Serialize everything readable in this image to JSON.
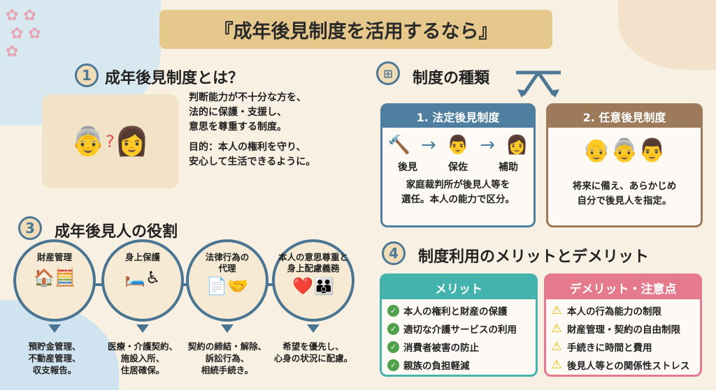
{
  "title": "『成年後見制度を活用するなら』",
  "colors": {
    "banner": "#e6c88c",
    "accent": "#4c7896",
    "legal": "#4e7fa0",
    "voluntary": "#9c7a5a",
    "merit": "#45b3ad",
    "demerit": "#e57a8c"
  },
  "section1": {
    "num": "1",
    "title": "成年後見制度とは？",
    "lines": [
      "判断能力が不十分な方を、",
      "法的に保護・支援し、",
      "意思を尊重する制度。"
    ],
    "purpose": [
      "目的：本人の権利を守り、",
      "安心して生活できるように。"
    ]
  },
  "section2": {
    "title": "制度の種類",
    "legal": {
      "title": "1. 法定後見制度",
      "levels": [
        "後見",
        "保佐",
        "補助"
      ],
      "desc": [
        "家庭裁判所が後見人等を",
        "選任。本人の能力で区分。"
      ]
    },
    "voluntary": {
      "title": "2. 任意後見制度",
      "desc": [
        "将来に備え、あらかじめ",
        "自分で後見人を指定。"
      ]
    }
  },
  "section3": {
    "num": "3",
    "title": "成年後見人の役割",
    "roles": [
      {
        "title": "財産管理",
        "desc": [
          "預貯金管理、",
          "不動産管理、",
          "収支報告。"
        ],
        "icon": "house-calculator-icon"
      },
      {
        "title": "身上保護",
        "desc": [
          "医療・介護契約、",
          "施設入所、",
          "住居確保。"
        ],
        "icon": "care-icon"
      },
      {
        "title": "法律行為の\n代理",
        "desc": [
          "契約の締結・解除、",
          "訴訟行為、",
          "相続手続き。"
        ],
        "icon": "handshake-icon"
      },
      {
        "title": "本人の意思尊重と\n身上配慮義務",
        "desc": [
          "希望を優先し、",
          "心身の状況に配慮。"
        ],
        "icon": "family-heart-icon"
      }
    ]
  },
  "section4": {
    "num": "4",
    "title": "制度利用のメリットとデメリット",
    "merit": {
      "title": "メリット",
      "items": [
        "本人の権利と財産の保護",
        "適切な介護サービスの利用",
        "消費者被害の防止",
        "親族の負担軽減"
      ]
    },
    "demerit": {
      "title": "デメリット・注意点",
      "items": [
        "本人の行為能力の制限",
        "財産管理・契約の自由制限",
        "手続きに時間と費用",
        "後見人等との関係性ストレス"
      ]
    }
  }
}
